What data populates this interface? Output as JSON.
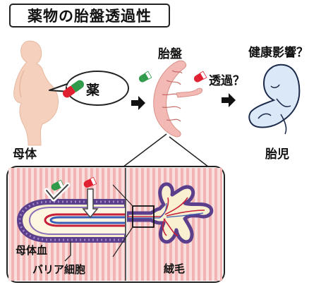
{
  "title": "薬物の胎盤透過性",
  "labels": {
    "mother": "母体",
    "drug": "薬",
    "placenta": "胎盤",
    "transfer": "透過？",
    "health_effect": "健康影響？",
    "fetus": "胎児",
    "maternal_blood": "母体血",
    "barrier_cells": "バリア細胞",
    "villi": "絨毛"
  },
  "colors": {
    "skin": "#f5d1bd",
    "pink_bg": "#f6c7c7",
    "stripe": "#ef9e9e",
    "purple": "#5b3e8c",
    "red": "#c8203a",
    "blue": "#3a5fb8",
    "green": "#2f9a4a",
    "capsule_red": "#e02030",
    "fetus_blue": "#dbe8f7"
  },
  "icons": [
    "pregnant-woman-icon",
    "capsule-icon",
    "arrow-right-icon",
    "placenta-icon",
    "fetus-icon",
    "check-icon",
    "down-arrow-icon"
  ]
}
